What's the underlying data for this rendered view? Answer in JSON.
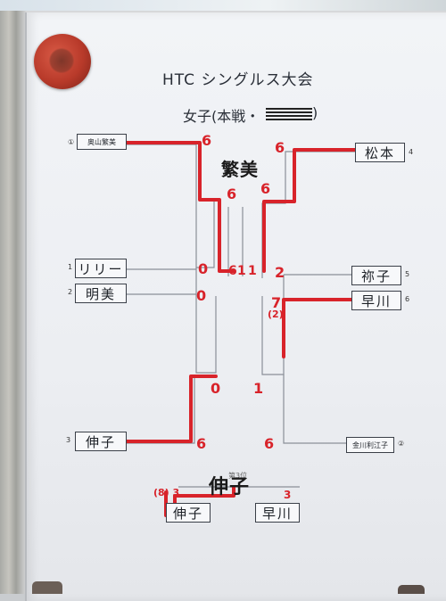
{
  "header": {
    "title": "HTC シングルス大会",
    "subtitle": "女子(本戦・"
  },
  "seeds": {
    "s1": "①",
    "s4": "4",
    "s1b": "1",
    "s5": "5",
    "s2": "2",
    "s6": "6",
    "s3": "3",
    "s2b": "②"
  },
  "players": {
    "okuyama": "奥山繁美",
    "matsumoto": "松本",
    "riri": "リリー",
    "akemi": "明美",
    "kiyoko": "祢子",
    "hayakawa": "早川",
    "nobuko": "伸子",
    "kanagawa": "金川利江子"
  },
  "scores": {
    "left_r1_top": "6",
    "right_r1_top": "6",
    "left_r2_top": "6",
    "right_r2_top": "6",
    "riri": "0",
    "akemi": "0",
    "mid_a": "6",
    "mid_b": "1",
    "mid_c": "1",
    "kiyoko": "2",
    "hayakawa": "7",
    "hayakawa_tb": "(2)",
    "left_lower": "0",
    "right_lower": "1",
    "nobuko": "6",
    "kanagawa": "6",
    "final_left": "(8) 3",
    "final_right": "3"
  },
  "semifinal_winner": "繁美",
  "final": {
    "winner": "伸子",
    "left": "伸子",
    "right": "早川",
    "caption": "第3位"
  }
}
